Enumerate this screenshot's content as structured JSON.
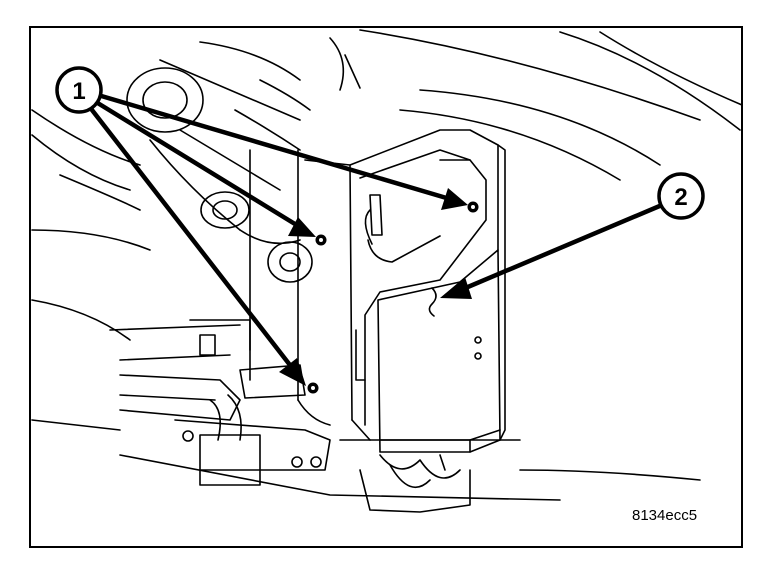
{
  "figure": {
    "code": "8134ecc5",
    "callouts": [
      {
        "id": "1",
        "label": "1"
      },
      {
        "id": "2",
        "label": "2"
      }
    ]
  }
}
